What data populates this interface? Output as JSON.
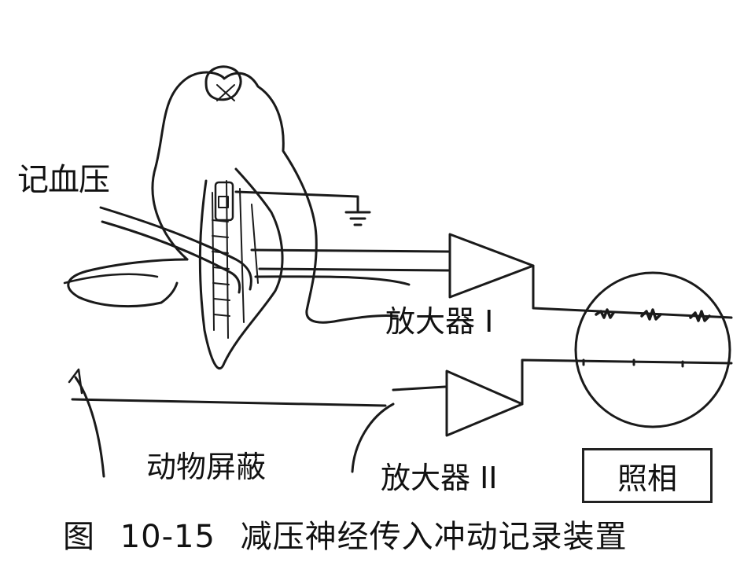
{
  "labels": {
    "blood_pressure": "记血压",
    "amplifier_1": "放大器 I",
    "amplifier_2": "放大器 II",
    "animal_shield": "动物屏蔽",
    "photograph": "照相"
  },
  "caption": {
    "figure": "图",
    "number": "10-15",
    "title": "减压神经传入冲动记录装置"
  }
}
